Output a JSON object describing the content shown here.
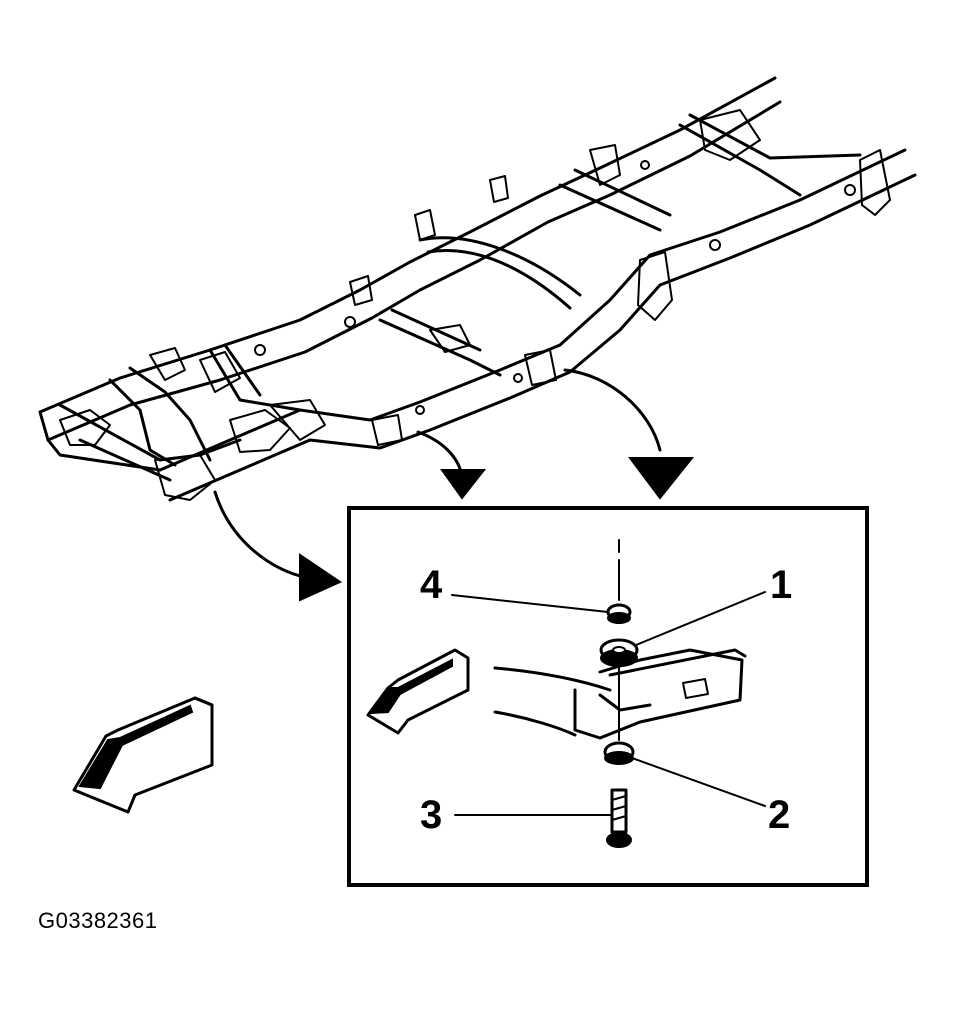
{
  "figure_id": "G03382361",
  "callouts": [
    {
      "id": "1",
      "label": "1"
    },
    {
      "id": "2",
      "label": "2"
    },
    {
      "id": "3",
      "label": "3"
    },
    {
      "id": "4",
      "label": "4"
    }
  ],
  "icons": [
    "vehicle-frame-illustration",
    "front-direction-arrow",
    "detail-direction-arrow",
    "pointer-arrow"
  ]
}
